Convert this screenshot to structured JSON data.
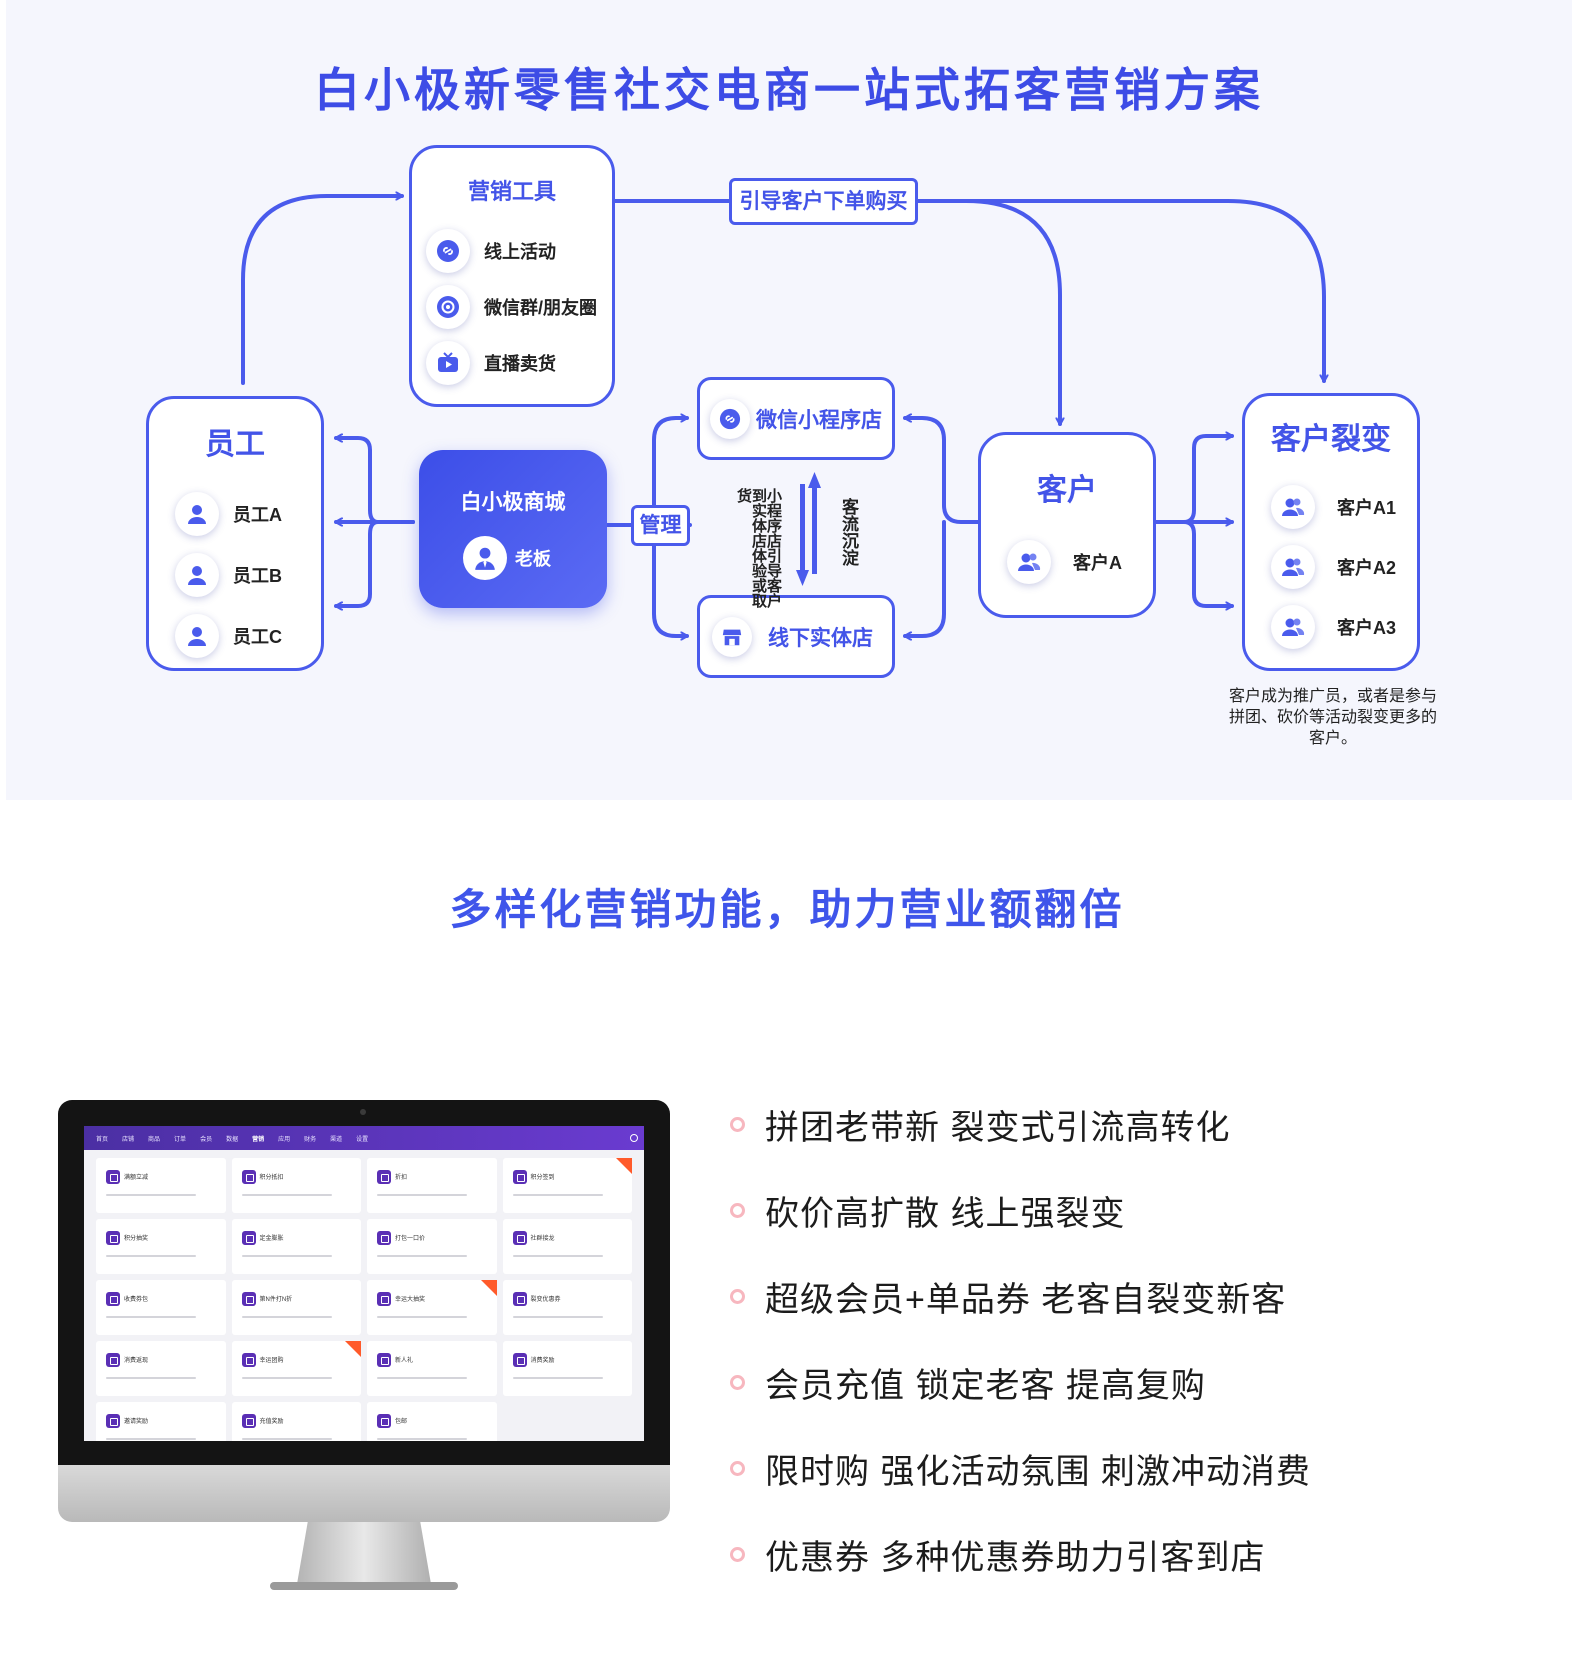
{
  "diagram": {
    "title": "白小极新零售社交电商一站式拓客营销方案",
    "marketing_tools": {
      "title": "营销工具",
      "items": [
        {
          "label": "线上活动",
          "icon": "link-icon"
        },
        {
          "label": "微信群/朋友圈",
          "icon": "moments-icon"
        },
        {
          "label": "直播卖货",
          "icon": "tv-icon"
        }
      ]
    },
    "guide_label": "引导客户下单购买",
    "staff": {
      "title": "员工",
      "items": [
        {
          "label": "员工A"
        },
        {
          "label": "员工B"
        },
        {
          "label": "员工C"
        }
      ]
    },
    "mall": {
      "title": "白小极商城",
      "owner": "老板"
    },
    "manage_label": "管理",
    "mini_program": {
      "label": "微信小程序店"
    },
    "offline_store": {
      "label": "线下实体店"
    },
    "flow_text_left": "小程序店引导客户到实体店体验或取货",
    "flow_text_right": "客流沉淀",
    "customer": {
      "title": "客户",
      "items": [
        {
          "label": "客户A"
        }
      ]
    },
    "fission": {
      "title": "客户裂变",
      "items": [
        {
          "label": "客户A1"
        },
        {
          "label": "客户A2"
        },
        {
          "label": "客户A3"
        }
      ],
      "caption": "客户成为推广员，或者是参与拼团、砍价等活动裂变更多的客户。"
    },
    "colors": {
      "accent": "#4a5bec",
      "background": "#f5f6fd"
    }
  },
  "features_section": {
    "title": "多样化营销功能，助力营业额翻倍",
    "features": [
      "拼团老带新  裂变式引流高转化",
      "砍价高扩散 线上强裂变",
      "超级会员+单品券  老客自裂变新客",
      "会员充值 锁定老客 提高复购",
      "限时购 强化活动氛围 刺激冲动消费",
      "优惠券  多种优惠券助力引客到店"
    ],
    "colors": {
      "title": "#3f55ea",
      "bullet": "#f7b7bf"
    }
  },
  "screen": {
    "nav": [
      "首页",
      "店铺",
      "商品",
      "订单",
      "会员",
      "数据",
      "营销",
      "应用",
      "财务",
      "渠道",
      "设置"
    ],
    "active_nav": "营销",
    "cards": [
      {
        "name": "满额立减",
        "badge": false
      },
      {
        "name": "积分抵扣",
        "badge": false
      },
      {
        "name": "折扣",
        "badge": false
      },
      {
        "name": "积分签到",
        "badge": true
      },
      {
        "name": "积分抽奖",
        "badge": false
      },
      {
        "name": "定金膨胀",
        "badge": false
      },
      {
        "name": "打包一口价",
        "badge": false
      },
      {
        "name": "社群接龙",
        "badge": false
      },
      {
        "name": "收费券包",
        "badge": false
      },
      {
        "name": "第N件打N折",
        "badge": false
      },
      {
        "name": "幸运大抽奖",
        "badge": true
      },
      {
        "name": "裂变优惠券",
        "badge": false
      },
      {
        "name": "消费返现",
        "badge": false
      },
      {
        "name": "幸运团购",
        "badge": true
      },
      {
        "name": "新人礼",
        "badge": false
      },
      {
        "name": "消费奖励",
        "badge": false
      },
      {
        "name": "邀请奖励",
        "badge": false
      },
      {
        "name": "充值奖励",
        "badge": false
      },
      {
        "name": "包邮",
        "badge": false
      }
    ]
  }
}
